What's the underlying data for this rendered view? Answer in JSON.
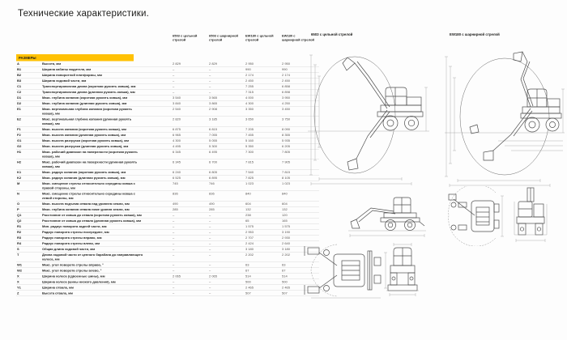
{
  "page": {
    "title": "Технические характеристики."
  },
  "table": {
    "section_header": "РАЗМЕРЫ",
    "columns": [
      "6503 с цельной стрелой",
      "6503 с шарнирной стрелой",
      "EW180 с цельной стрелой",
      "EW180 с шарнирной стрелой"
    ],
    "rows": [
      {
        "code": "A",
        "label": "Высота, мм",
        "values": [
          "2 829",
          "2 829",
          "2 950",
          "2 950"
        ]
      },
      {
        "code": "B1",
        "label": "Ширина кабины водителя, мм",
        "values": [
          "–",
          "–",
          "990",
          "990"
        ]
      },
      {
        "code": "B2",
        "label": "Ширина поворотной платформы, мм",
        "values": [
          "–",
          "–",
          "2 174",
          "2 174"
        ]
      },
      {
        "code": "B3",
        "label": "Ширина ходовой части, мм",
        "values": [
          "–",
          "–",
          "2 450",
          "2 450"
        ]
      },
      {
        "code": "C1",
        "label": "Транспортировочная длина (короткая рукоять ковша), мм",
        "values": [
          "–",
          "–",
          "7 255",
          "6 858"
        ]
      },
      {
        "code": "C2",
        "label": "Транспортировочная длина (длинная рукоять ковша), мм",
        "values": [
          "–",
          "–",
          "7 315",
          "6 898"
        ]
      },
      {
        "code": "D1",
        "label": "Макс. глубина копания (короткая рукоять ковша), мм",
        "values": [
          "3 540",
          "3 565",
          "4 000",
          "3 950"
        ]
      },
      {
        "code": "D2",
        "label": "Макс. глубина копания (длинная рукоять ковша), мм",
        "values": [
          "3 840",
          "3 865",
          "4 300",
          "4 250"
        ]
      },
      {
        "code": "E1",
        "label": "Макс. вертикальная глубина копания (короткая рукоять ковша), мм",
        "values": [
          "2 540",
          "2 908",
          "3 350",
          "3 450"
        ]
      },
      {
        "code": "E2",
        "label": "Макс. вертикальная глубина копания (длинная рукоять ковша), мм",
        "values": [
          "2 820",
          "3 185",
          "3 650",
          "3 750"
        ]
      },
      {
        "code": "F1",
        "label": "Макс. высота копания (короткая рукоять ковша), мм",
        "values": [
          "6 875",
          "6 815",
          "7 205",
          "8 090"
        ]
      },
      {
        "code": "F2",
        "label": "Макс. высота копания (длинная рукоять ковша), мм",
        "values": [
          "6 965",
          "7 055",
          "7 455",
          "8 355"
        ]
      },
      {
        "code": "G1",
        "label": "Макс. высота разгрузки (короткая рукоять ковша), мм",
        "values": [
          "4 300",
          "5 055",
          "5 160",
          "5 935"
        ]
      },
      {
        "code": "G2",
        "label": "Макс. высота разгрузки (длинная рукоять ковша), мм",
        "values": [
          "4 495",
          "5 300",
          "5 350",
          "6 205"
        ]
      },
      {
        "code": "H1",
        "label": "Макс. рабочий диапазон на поверхности (короткая рукоять ковша), мм",
        "values": [
          "6 345",
          "6 495",
          "7 300",
          "7 805"
        ]
      },
      {
        "code": "H2",
        "label": "Макс. рабочий диапазон на поверхности (длинная рукоять ковша), мм",
        "values": [
          "6 345",
          "6 700",
          "7 815",
          "7 905"
        ]
      },
      {
        "code": "K1",
        "label": "Макс. радиус копания (короткая рукоять ковша), мм",
        "values": [
          "6 240",
          "6 805",
          "7 540",
          "7 815"
        ]
      },
      {
        "code": "K2",
        "label": "Макс. радиус копания (длинная рукоять ковша), мм",
        "values": [
          "6 525",
          "6 895",
          "7 825",
          "8 105"
        ]
      },
      {
        "code": "M",
        "label": "Макс. смещение стрелы относительно середины ковша с правой стороны, мм",
        "values": [
          "745",
          "746",
          "1 023",
          "1 023"
        ]
      },
      {
        "code": "N",
        "label": "Макс. смещение стрелы относительно середины ковша с левой стороны, мм",
        "values": [
          "836",
          "836",
          "840",
          "840"
        ]
      },
      {
        "code": "O",
        "label": "Макс. высота подъема отвала над уровнем земли, мм",
        "values": [
          "490",
          "490",
          "604",
          "604"
        ]
      },
      {
        "code": "P",
        "label": "Макс. глубина копания отвала ниже уровня земли, мм",
        "values": [
          "285",
          "285",
          "132",
          "132"
        ]
      },
      {
        "code": "Q1",
        "label": "Расстояние от ковша до отвала (короткая рукоять ковша), мм",
        "values": [
          "–",
          "–",
          "238",
          "120"
        ]
      },
      {
        "code": "Q2",
        "label": "Расстояние от ковша до отвала (длинная рукоять ковша), мм",
        "values": [
          "–",
          "–",
          "65",
          "165"
        ]
      },
      {
        "code": "R1",
        "label": "Мин. радиус поворота задней части, мм",
        "values": [
          "–",
          "–",
          "1 575",
          "1 575"
        ]
      },
      {
        "code": "R2",
        "label": "Радиус поворота стрелы посередине, мм",
        "values": [
          "–",
          "–",
          "2 953",
          "3 190"
        ]
      },
      {
        "code": "R3",
        "label": "Радиус поворота стрелы вправо, мм",
        "values": [
          "–",
          "–",
          "2 707",
          "2 930"
        ]
      },
      {
        "code": "R4",
        "label": "Радиус поворота стрелы влево, мм",
        "values": [
          "–",
          "–",
          "2 424",
          "2 640"
        ]
      },
      {
        "code": "S",
        "label": "Общая длина ходовой части, мм",
        "values": [
          "–",
          "–",
          "3 180",
          "3 180"
        ]
      },
      {
        "code": "T",
        "label": "Длина ходовой части от цепного барабана до направляющего колеса, мм",
        "values": [
          "–",
          "–",
          "2 202",
          "2 202"
        ]
      },
      {
        "code": "W1",
        "label": "Макс. угол поворота стрелы вправо, °",
        "values": [
          "–",
          "–",
          "63",
          "63"
        ]
      },
      {
        "code": "W2",
        "label": "Макс. угол поворота стрелы влево, °",
        "values": [
          "–",
          "–",
          "67",
          "67"
        ]
      },
      {
        "code": "X",
        "label": "Ширина колеса (сдвоенные шины), мм",
        "values": [
          "2 065",
          "2 065",
          "514",
          "514"
        ]
      },
      {
        "code": "X",
        "label": "Ширина колеса (шины низкого давления), мм",
        "values": [
          "–",
          "–",
          "500",
          "500"
        ]
      },
      {
        "code": "Y1",
        "label": "Ширина отвала, мм",
        "values": [
          "–",
          "–",
          "2 465",
          "2 465"
        ]
      },
      {
        "code": "Z",
        "label": "Высота отвала, мм",
        "values": [
          "–",
          "–",
          "507",
          "507"
        ]
      }
    ]
  },
  "drawings": {
    "left_title": "6503 с цельной стрелой",
    "right_title": "EW180 с шарнирной стрелой"
  },
  "colors": {
    "accent": "#ffc103",
    "text": "#1d1d1b",
    "row_line": "#dcdcdc"
  }
}
